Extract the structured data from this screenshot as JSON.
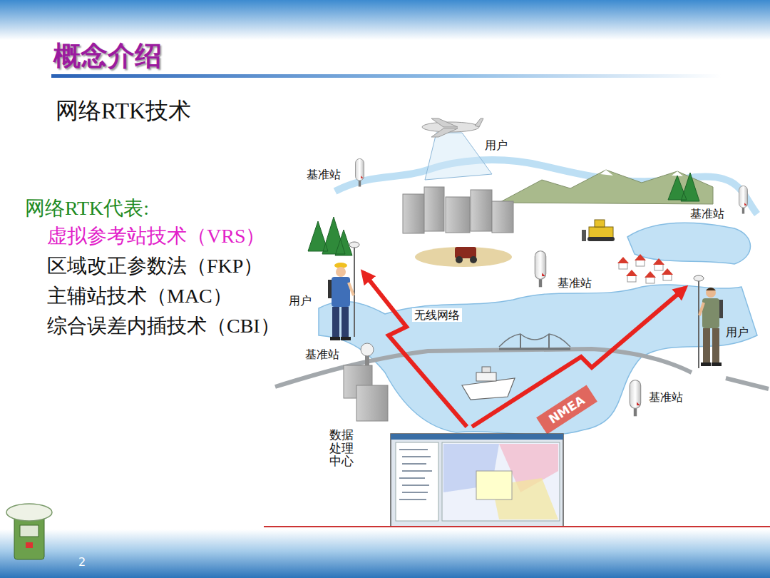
{
  "diagram": {
    "title": "概念介绍",
    "nodes": [
      {
        "text": [
          "用户"
        ]
      },
      {
        "text": [
          "用户"
        ]
      },
      {
        "text": [
          "数据处理中心"
        ]
      }
    ],
    "edges": [
      {
        "from": 2,
        "to": 0,
        "label": "无线网络",
        "arrow": "to"
      },
      {
        "from": 2,
        "to": 1,
        "label": "NMEA",
        "arrow": "to"
      }
    ],
    "labels": [
      "网络RTK技术",
      "用户",
      "基准站",
      "网络RTK代表:",
      "基准站",
      "虚拟参考站技术（VRS）",
      "区域改正参数法（FKP）",
      "基准站",
      "主辅站技术（MAC）",
      "综合误差内插技术（CBI）",
      "基准站",
      "基准站",
      "2"
    ]
  }
}
